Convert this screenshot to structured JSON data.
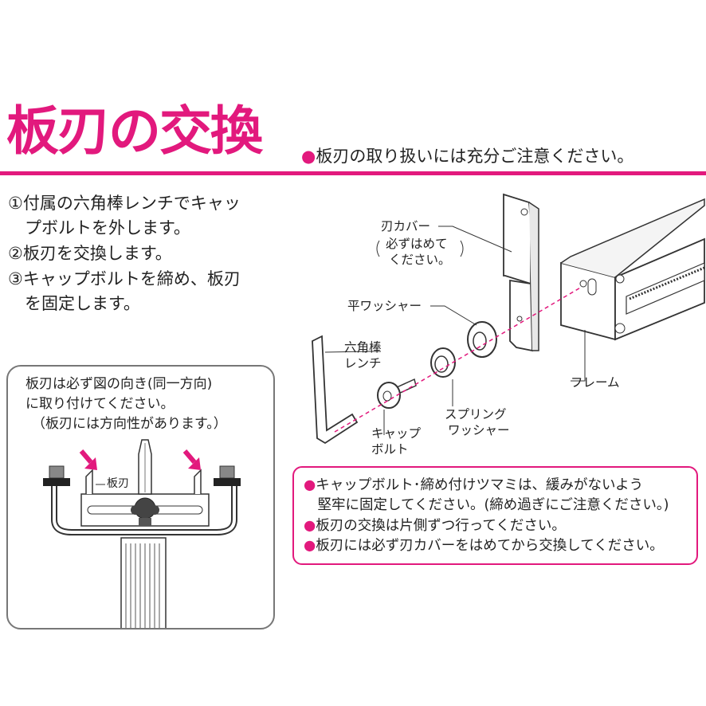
{
  "title": "板刃の交換",
  "header_note": "板刃の取り扱いには充分ご注意ください。",
  "steps": [
    "①付属の六角棒レンチでキャッ",
    "　プボルトを外します。",
    "②板刃を交換します。",
    "③キャップボルトを締め、板刃",
    "　を固定します。"
  ],
  "orientation_box": {
    "lines": [
      "板刃は必ず図の向き(同一方向)",
      "に取り付けてください。",
      "（板刃には方向性があります。）"
    ],
    "blade_label": "板刃"
  },
  "diagram_labels": {
    "blade_cover": "刃カバー",
    "blade_cover_note_1": "必ずはめて",
    "blade_cover_note_2": "ください。",
    "flat_washer": "平ワッシャー",
    "hex_wrench_1": "六角棒",
    "hex_wrench_2": "レンチ",
    "frame": "フレーム",
    "spring_washer_1": "スプリング",
    "spring_washer_2": "ワッシャー",
    "cap_bolt_1": "キャップ",
    "cap_bolt_2": "ボルト"
  },
  "notes": [
    "キャップボルト･締め付けツマミは、緩みがないよう",
    "　堅牢に固定してください。(締め過ぎにご注意ください。)",
    "板刃の交換は片側ずつ行ってください。",
    "板刃には必ず刃カバーをはめてから交換してください。"
  ],
  "bullet": "●",
  "colors": {
    "accent": "#e2197d",
    "text": "#222222"
  }
}
